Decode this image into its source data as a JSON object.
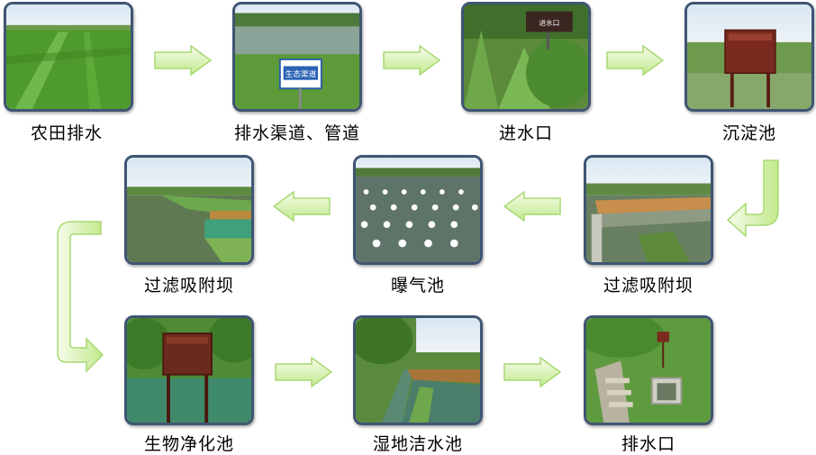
{
  "steps": [
    {
      "label": "农田排水",
      "photo": "farmland-field"
    },
    {
      "label": "排水渠道、管道",
      "photo": "drainage-channel",
      "sign": "生态渠道"
    },
    {
      "label": "进水口",
      "photo": "water-inlet",
      "sign": "进水口"
    },
    {
      "label": "沉淀池",
      "photo": "sedimentation-pond"
    },
    {
      "label": "过滤吸附坝",
      "photo": "filter-dam-a"
    },
    {
      "label": "曝气池",
      "photo": "aeration-pond"
    },
    {
      "label": "过滤吸附坝",
      "photo": "filter-dam-b"
    },
    {
      "label": "生物净化池",
      "photo": "bio-purification-pond"
    },
    {
      "label": "湿地洁水池",
      "photo": "wetland-pond"
    },
    {
      "label": "排水口",
      "photo": "water-outlet"
    }
  ],
  "colors": {
    "frame": "#3f5573",
    "arrow_fill_light": "#f4fbe6",
    "arrow_fill_dark": "#c8ec98",
    "arrow_stroke": "#a8d874"
  }
}
